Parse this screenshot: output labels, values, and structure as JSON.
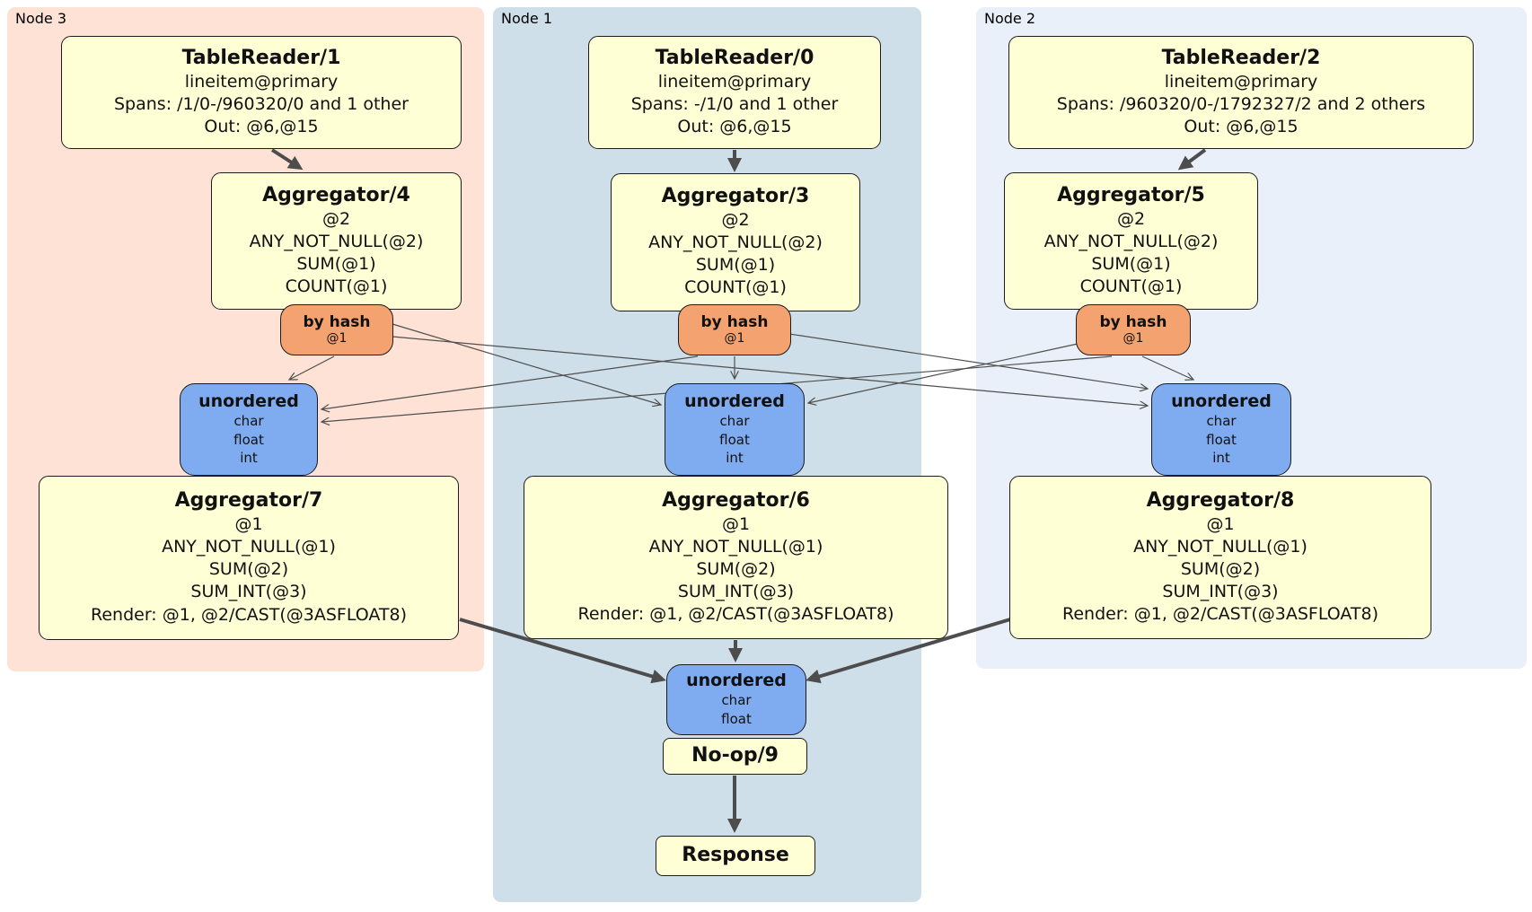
{
  "diagram": {
    "kind": "distributed SQL physical plan"
  },
  "regions": {
    "node3": {
      "label": "Node 3",
      "bg": "#fde2d5"
    },
    "node1": {
      "label": "Node 1",
      "bg": "#cfdfe9"
    },
    "node2": {
      "label": "Node 2",
      "bg": "#e9f0f9"
    }
  },
  "processors": {
    "tr1": {
      "title": "TableReader/1",
      "index": "lineitem@primary",
      "spans": "Spans: /1/0-/960320/0 and 1 other",
      "out": "Out: @6,@15"
    },
    "tr0": {
      "title": "TableReader/0",
      "index": "lineitem@primary",
      "spans": "Spans: -/1/0 and 1 other",
      "out": "Out: @6,@15"
    },
    "tr2": {
      "title": "TableReader/2",
      "index": "lineitem@primary",
      "spans": "Spans: /960320/0-/1792327/2 and 2 others",
      "out": "Out: @6,@15"
    },
    "agg4": {
      "title": "Aggregator/4",
      "group": "@2",
      "fn1": "ANY_NOT_NULL(@2)",
      "fn2": "SUM(@1)",
      "fn3": "COUNT(@1)"
    },
    "agg3": {
      "title": "Aggregator/3",
      "group": "@2",
      "fn1": "ANY_NOT_NULL(@2)",
      "fn2": "SUM(@1)",
      "fn3": "COUNT(@1)"
    },
    "agg5": {
      "title": "Aggregator/5",
      "group": "@2",
      "fn1": "ANY_NOT_NULL(@2)",
      "fn2": "SUM(@1)",
      "fn3": "COUNT(@1)"
    },
    "agg7": {
      "title": "Aggregator/7",
      "group": "@1",
      "fn1": "ANY_NOT_NULL(@1)",
      "fn2": "SUM(@2)",
      "fn3": "SUM_INT(@3)",
      "render": "Render: @1, @2/CAST(@3ASFLOAT8)"
    },
    "agg6": {
      "title": "Aggregator/6",
      "group": "@1",
      "fn1": "ANY_NOT_NULL(@1)",
      "fn2": "SUM(@2)",
      "fn3": "SUM_INT(@3)",
      "render": "Render: @1, @2/CAST(@3ASFLOAT8)"
    },
    "agg8": {
      "title": "Aggregator/8",
      "group": "@1",
      "fn1": "ANY_NOT_NULL(@1)",
      "fn2": "SUM(@2)",
      "fn3": "SUM_INT(@3)",
      "render": "Render: @1, @2/CAST(@3ASFLOAT8)"
    },
    "noop": {
      "title": "No-op/9"
    },
    "response": {
      "title": "Response"
    }
  },
  "routers": {
    "hash_left": {
      "title": "by hash",
      "key": "@1"
    },
    "hash_center": {
      "title": "by hash",
      "key": "@1"
    },
    "hash_right": {
      "title": "by hash",
      "key": "@1"
    }
  },
  "streams": {
    "unordered_left": {
      "title": "unordered",
      "types": [
        "char",
        "float",
        "int"
      ]
    },
    "unordered_center": {
      "title": "unordered",
      "types": [
        "char",
        "float",
        "int"
      ]
    },
    "unordered_right": {
      "title": "unordered",
      "types": [
        "char",
        "float",
        "int"
      ]
    },
    "unordered_final": {
      "title": "unordered",
      "types": [
        "char",
        "float"
      ]
    }
  },
  "colors": {
    "processor_fill": "#ffffd6",
    "router_fill": "#f4a26f",
    "stream_fill": "#7facf0",
    "node3_bg": "#fde2d5",
    "node1_bg": "#cfdfe9",
    "node2_bg": "#e9f0f9",
    "edge": "#4d4d4d"
  }
}
